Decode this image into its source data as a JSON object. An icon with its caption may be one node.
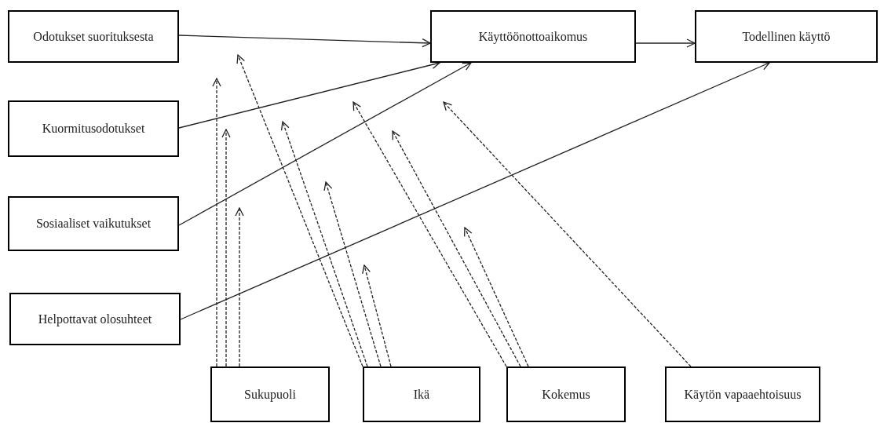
{
  "diagram": {
    "nodes": [
      {
        "text": [
          "Odotukset suorituksesta"
        ]
      },
      {
        "text": [
          "Kuormitusodotukset"
        ]
      },
      {
        "text": [
          "Sosiaaliset vaikutukset"
        ]
      },
      {
        "text": [
          "Helpottavat olosuhteet"
        ]
      },
      {
        "text": [
          "Käyttöönottoaikomus"
        ]
      },
      {
        "text": [
          "Todellinen käyttö"
        ]
      },
      {
        "text": [
          "Sukupuoli"
        ]
      },
      {
        "text": [
          "Ikä"
        ]
      },
      {
        "text": [
          "Kokemus"
        ]
      },
      {
        "text": [
          "Käytön vapaaehtoisuus"
        ]
      }
    ],
    "edges": [
      {
        "from": 0,
        "to": 4,
        "arrow": "to"
      },
      {
        "from": 1,
        "to": 4,
        "arrow": "to"
      },
      {
        "from": 2,
        "to": 4,
        "arrow": "to"
      },
      {
        "from": 3,
        "to": 5,
        "arrow": "to"
      },
      {
        "from": 4,
        "to": 5,
        "arrow": "to"
      },
      {
        "from": 6,
        "to": null,
        "arrow": "to",
        "style": "dashed"
      },
      {
        "from": 6,
        "to": null,
        "arrow": "to",
        "style": "dashed"
      },
      {
        "from": 6,
        "to": null,
        "arrow": "to",
        "style": "dashed"
      },
      {
        "from": 7,
        "to": null,
        "arrow": "to",
        "style": "dashed"
      },
      {
        "from": 7,
        "to": null,
        "arrow": "to",
        "style": "dashed"
      },
      {
        "from": 7,
        "to": null,
        "arrow": "to",
        "style": "dashed"
      },
      {
        "from": 7,
        "to": null,
        "arrow": "to",
        "style": "dashed"
      },
      {
        "from": 8,
        "to": null,
        "arrow": "to",
        "style": "dashed"
      },
      {
        "from": 8,
        "to": null,
        "arrow": "to",
        "style": "dashed"
      },
      {
        "from": 8,
        "to": null,
        "arrow": "to",
        "style": "dashed"
      },
      {
        "from": 9,
        "to": null,
        "arrow": "to",
        "style": "dashed"
      }
    ]
  }
}
